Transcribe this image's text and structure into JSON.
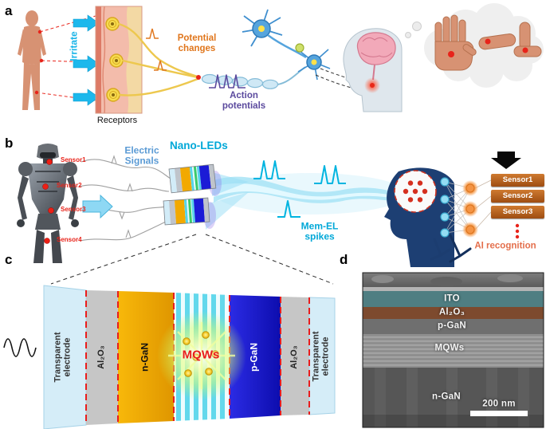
{
  "figure": {
    "panels": {
      "a": "a",
      "b": "b",
      "c": "c",
      "d": "d"
    }
  },
  "panel_a": {
    "irritate_label": "Irritate",
    "receptors_label": "Receptors",
    "potential_changes_label": "Potential changes",
    "action_potentials_label": "Action potentials"
  },
  "panel_b": {
    "robot_sensor_labels": [
      "Sensor1",
      "Sensor2",
      "Sensor3",
      "Sensor4"
    ],
    "electric_signals_label": "Electric Signals",
    "nano_leds_label": "Nano-LEDs",
    "mem_el_spikes_label": "Mem-EL spikes",
    "output_sensor_labels": [
      "Sensor1",
      "Sensor2",
      "Sensor3"
    ],
    "ai_recognition_label": "AI recognition"
  },
  "panel_c": {
    "transparent_electrode_left": "Transparent electrode",
    "al2o3_left": "Al₂O₃",
    "n_gan": "n-GaN",
    "mqws": "MQWs",
    "p_gan": "p-GaN",
    "al2o3_right": "Al₂O₃",
    "transparent_electrode_right": "Transparent electrode"
  },
  "panel_d": {
    "layer_labels": [
      "ITO",
      "Al₂O₃",
      "p-GaN",
      "MQWs",
      "n-GaN"
    ],
    "scale_bar_label": "200 nm"
  },
  "colors": {
    "cyan_arrow": "#1cb8ec",
    "nano_led_cyan": "#00a8d8",
    "potential_orange": "#e0761c",
    "action_purple": "#5b4a9e",
    "sensor_red": "#e8231a",
    "n_gan_orange": "#f2a900",
    "p_gan_blue": "#1b1bd6",
    "mqw_label_red": "#e81c1c",
    "sensor_box_orange": "#b65c1e",
    "ai_recognition_orange": "#e46f4c"
  }
}
